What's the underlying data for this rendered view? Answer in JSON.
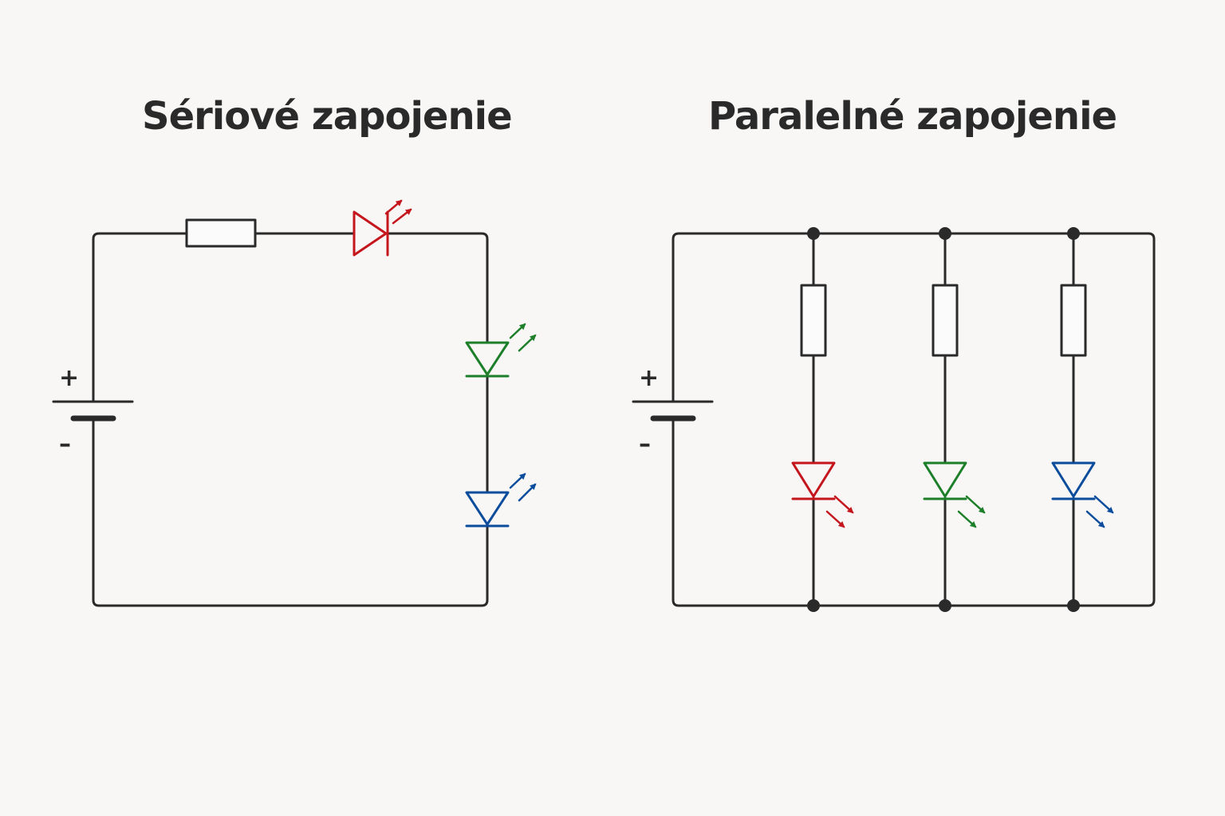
{
  "titles": {
    "series": "Sériové zapojenie",
    "parallel": "Paralelné zapojenie"
  },
  "battery": {
    "plus": "+",
    "minus": "–"
  },
  "colors": {
    "background": "#f8f7f6",
    "wire": "#2a2a2a",
    "led_red": "#c4161c",
    "led_green": "#1d7f2a",
    "led_blue": "#0c4c9c"
  },
  "series_circuit": {
    "components": [
      "battery",
      "resistor",
      "led-red",
      "led-green",
      "led-blue"
    ]
  },
  "parallel_circuit": {
    "branches": [
      {
        "resistor": true,
        "led": "red"
      },
      {
        "resistor": true,
        "led": "green"
      },
      {
        "resistor": true,
        "led": "blue"
      }
    ]
  }
}
